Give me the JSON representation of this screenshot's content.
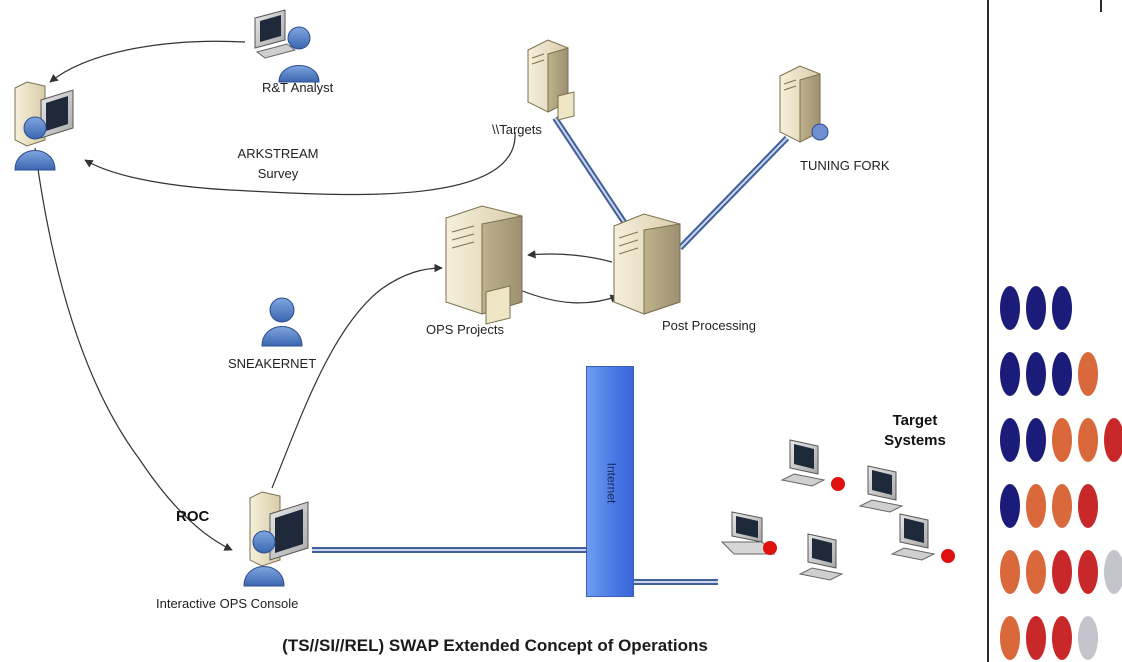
{
  "diagram": {
    "caption": "(TS//SI//REL) SWAP Extended Concept of Operations",
    "nodes": {
      "rt_analyst": "R&T Analyst",
      "targets": "\\\\Targets",
      "tuning_fork": "TUNING FORK",
      "ops_projects": "OPS Projects",
      "post_processing": "Post Processing",
      "sneakernet": "SNEAKERNET",
      "roc": "ROC",
      "interactive_ops_console": "Interactive OPS Console",
      "internet": "Internet",
      "target_systems_line1": "Target",
      "target_systems_line2": "Systems"
    },
    "edges": {
      "arkstream_line1": "ARKSTREAM",
      "arkstream_line2": "Survey"
    }
  },
  "side_panel": {
    "dot_rows": [
      [
        "navy",
        "navy",
        "navy"
      ],
      [
        "navy",
        "navy",
        "navy",
        "orange"
      ],
      [
        "navy",
        "navy",
        "orange",
        "orange",
        "red"
      ],
      [
        "navy",
        "orange",
        "orange",
        "red"
      ],
      [
        "orange",
        "orange",
        "red",
        "red",
        "gray"
      ],
      [
        "orange",
        "red",
        "red",
        "gray"
      ]
    ],
    "colors": {
      "navy": "#1b1b7a",
      "orange": "#d9683a",
      "red": "#c8282a",
      "gray": "#c4c4cc"
    }
  }
}
